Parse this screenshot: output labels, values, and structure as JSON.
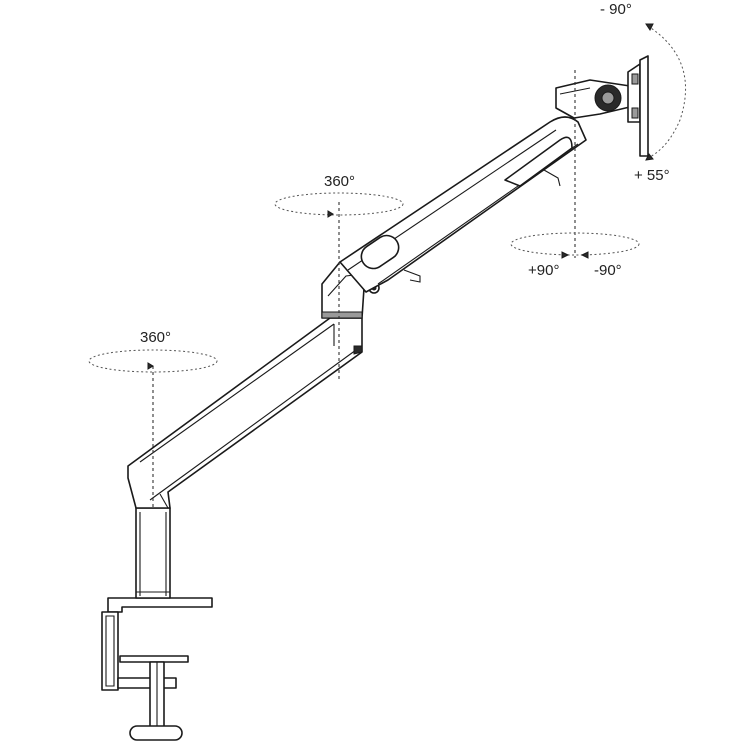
{
  "labels": {
    "base_rotation": "360°",
    "elbow_rotation": "360°",
    "swivel_left": "+90°",
    "swivel_right": "-90°",
    "tilt_back": "- 90°",
    "tilt_forward": "+ 55°"
  }
}
